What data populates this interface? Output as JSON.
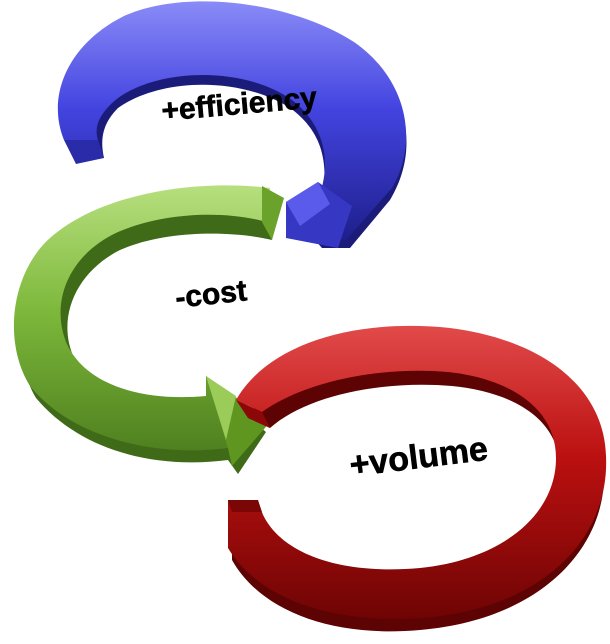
{
  "colors": {
    "background": "#ffffff",
    "label": "#000000"
  },
  "rings": [
    {
      "label": "+efficiency",
      "color": "blue",
      "color_hex": "#3e3fd6"
    },
    {
      "label": "-cost",
      "color": "green",
      "color_hex": "#79ad36"
    },
    {
      "label": "+volume",
      "color": "red",
      "color_hex": "#b80c0c"
    }
  ]
}
